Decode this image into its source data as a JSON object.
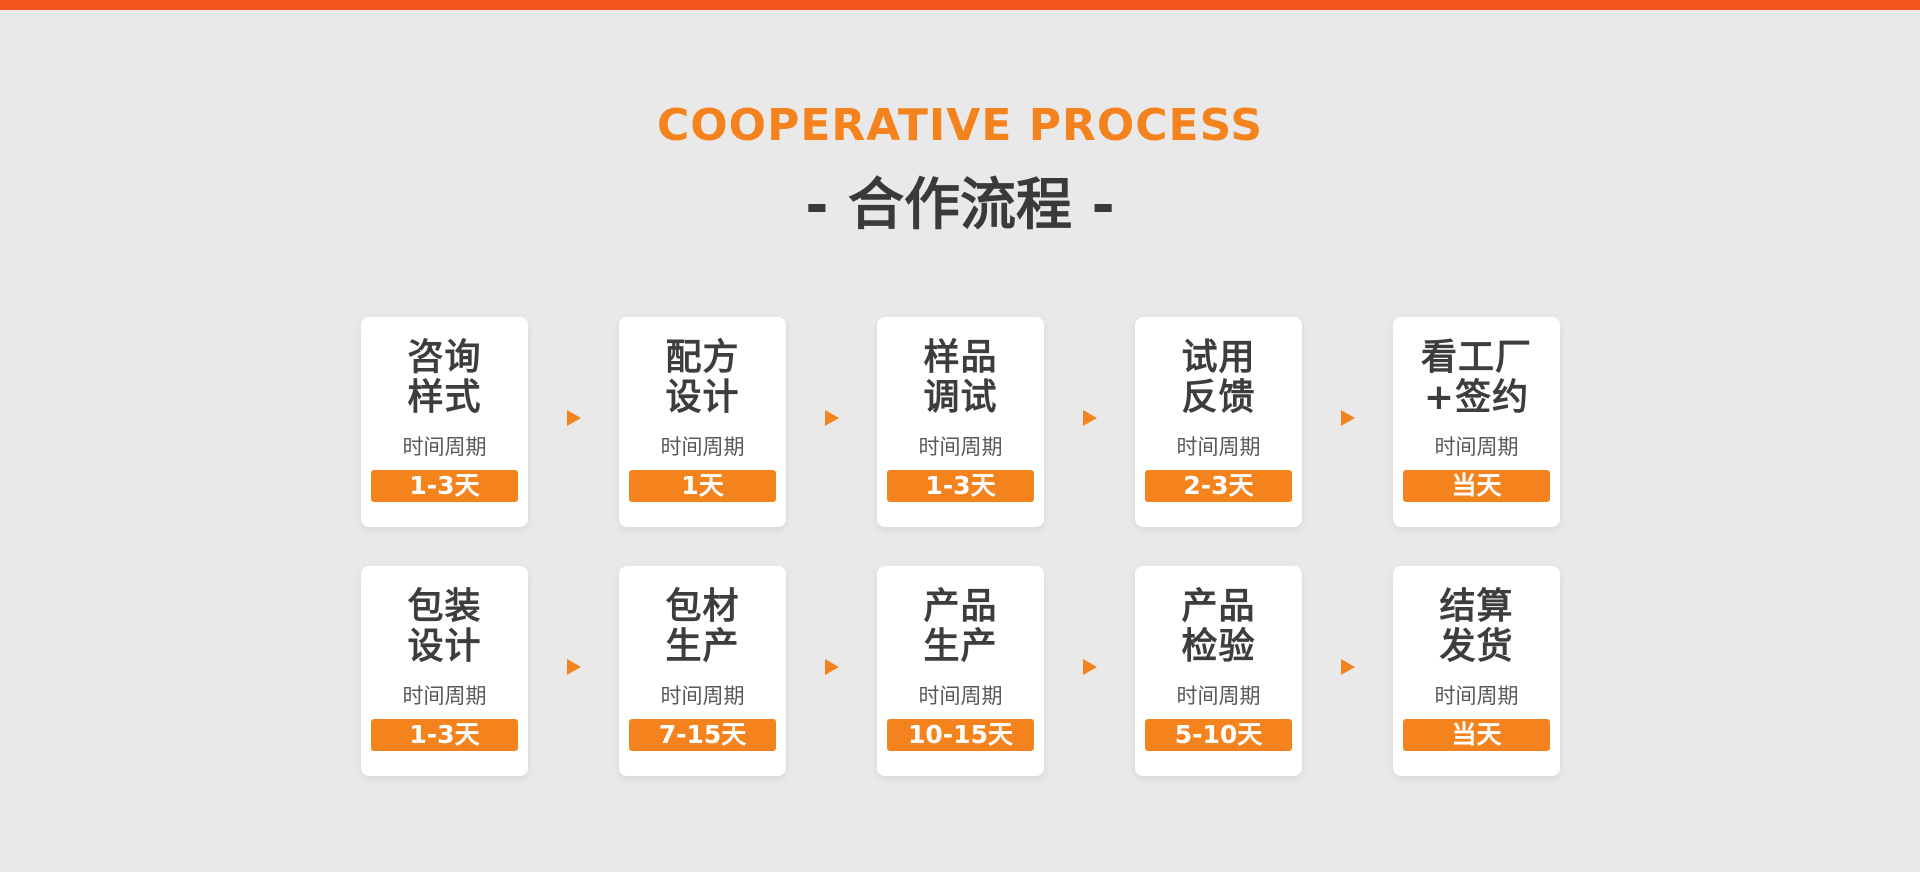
{
  "page": {
    "background_color": "#e9e9e9",
    "top_bar_color": "#f2541e",
    "accent_color": "#f5831d"
  },
  "header": {
    "title": "COOPERATIVE PROCESS",
    "subtitle": "- 合作流程 -"
  },
  "icons": {
    "arrow": "right-triangle"
  },
  "rows": [
    {
      "steps": [
        {
          "title_line1": "咨询",
          "title_line2": "样式",
          "label": "时间周期",
          "duration": "1-3天"
        },
        {
          "title_line1": "配方",
          "title_line2": "设计",
          "label": "时间周期",
          "duration": "1天"
        },
        {
          "title_line1": "样品",
          "title_line2": "调试",
          "label": "时间周期",
          "duration": "1-3天"
        },
        {
          "title_line1": "试用",
          "title_line2": "反馈",
          "label": "时间周期",
          "duration": "2-3天"
        },
        {
          "title_line1": "看工厂",
          "title_line2": "+签约",
          "label": "时间周期",
          "duration": "当天"
        }
      ]
    },
    {
      "steps": [
        {
          "title_line1": "包装",
          "title_line2": "设计",
          "label": "时间周期",
          "duration": "1-3天"
        },
        {
          "title_line1": "包材",
          "title_line2": "生产",
          "label": "时间周期",
          "duration": "7-15天"
        },
        {
          "title_line1": "产品",
          "title_line2": "生产",
          "label": "时间周期",
          "duration": "10-15天"
        },
        {
          "title_line1": "产品",
          "title_line2": "检验",
          "label": "时间周期",
          "duration": "5-10天"
        },
        {
          "title_line1": "结算",
          "title_line2": "发货",
          "label": "时间周期",
          "duration": "当天"
        }
      ]
    }
  ]
}
